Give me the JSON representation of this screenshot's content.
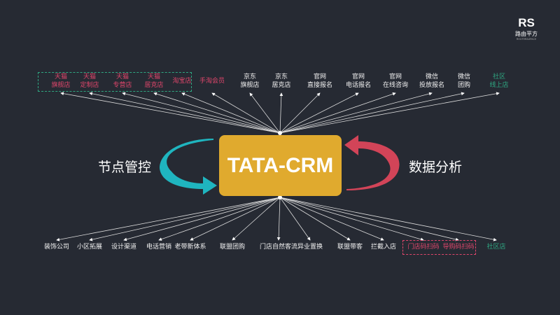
{
  "center": {
    "title": "TATA-CRM",
    "left_label": "节点管控",
    "right_label": "数据分析"
  },
  "logo": {
    "mark": "RS",
    "cn": "路由平方",
    "en": "ROUTER&SPACE"
  },
  "top_items": [
    {
      "label": "天猫\n旗舰店",
      "style": "pink"
    },
    {
      "label": "天猫\n定制店",
      "style": "pink"
    },
    {
      "label": "天猫\n专营店",
      "style": "pink"
    },
    {
      "label": "天猫\n居克店",
      "style": "pink"
    },
    {
      "label": "淘宝店",
      "style": "pink"
    },
    {
      "label": "手淘会员",
      "style": "pink"
    },
    {
      "label": "京东\n旗舰店",
      "style": "white"
    },
    {
      "label": "京东\n居克店",
      "style": "white"
    },
    {
      "label": "官网\n直接报名",
      "style": "white"
    },
    {
      "label": "官网\n电话报名",
      "style": "white"
    },
    {
      "label": "官网\n在线咨询",
      "style": "white"
    },
    {
      "label": "微信\n投放报名",
      "style": "white"
    },
    {
      "label": "微信\n团购",
      "style": "white"
    },
    {
      "label": "社区\n线上店",
      "style": "green"
    }
  ],
  "bottom_items": [
    {
      "label": "装饰公司",
      "style": "white"
    },
    {
      "label": "小区拓展",
      "style": "white"
    },
    {
      "label": "设计渠道",
      "style": "white"
    },
    {
      "label": "电话营销",
      "style": "white"
    },
    {
      "label": "老带新体系",
      "style": "white"
    },
    {
      "label": "联盟团购",
      "style": "white"
    },
    {
      "label": "门店自然客流",
      "style": "white"
    },
    {
      "label": "异业置换",
      "style": "white"
    },
    {
      "label": "联盟带客",
      "style": "white"
    },
    {
      "label": "拦截入店",
      "style": "white"
    },
    {
      "label": "门店码扫码",
      "style": "pink"
    },
    {
      "label": "导购码扫码",
      "style": "pink"
    },
    {
      "label": "社区店",
      "style": "green"
    }
  ],
  "colors": {
    "pink": "#e0466b",
    "green": "#2fa882",
    "teal": "#1fb5bf",
    "red": "#d24458",
    "box": "#e0aa2e"
  }
}
